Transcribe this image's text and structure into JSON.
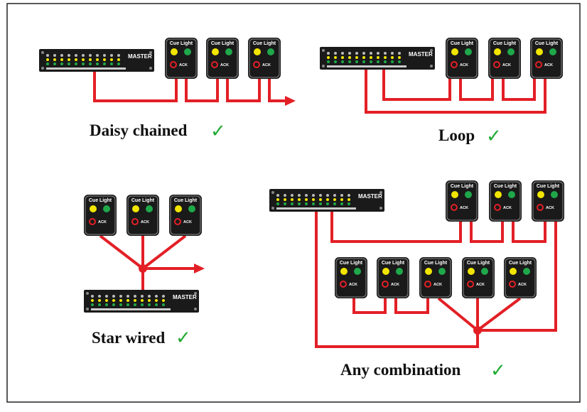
{
  "labels": {
    "device_title": "Cue Light",
    "device_ack": "ACK",
    "master": "MASTER"
  },
  "captions": {
    "daisy": "Daisy chained",
    "loop": "Loop",
    "star": "Star wired",
    "combo": "Any combination"
  },
  "check_glyph": "✓",
  "colors": {
    "wire": "#e31f26",
    "check": "#22aa33",
    "device": "#1a1a1a",
    "led_yellow": "#f2e600",
    "led_green": "#1fa84a",
    "ack_ring": "#e31f26"
  }
}
